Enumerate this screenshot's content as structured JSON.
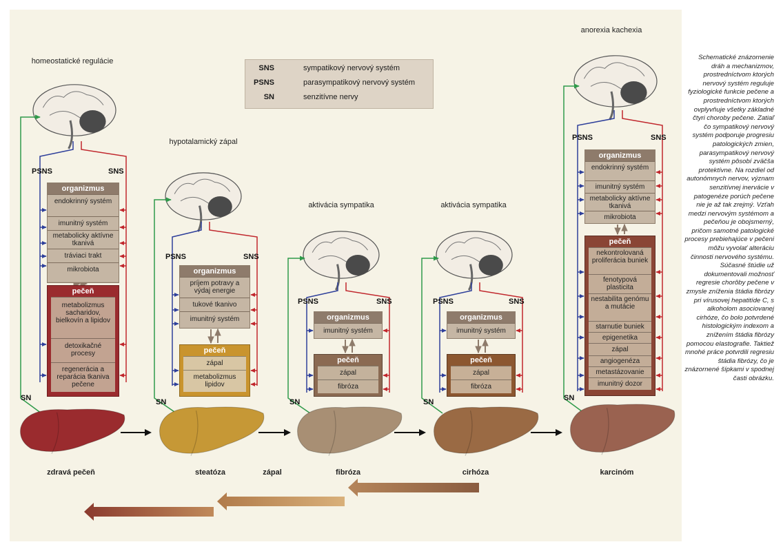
{
  "legend": {
    "rows": [
      {
        "abbr": "SNS",
        "text": "sympatikový nervový systém",
        "color": "#c0262c"
      },
      {
        "abbr": "PSNS",
        "text": "parasympatikový nervový systém",
        "color": "#2e3f9a"
      },
      {
        "abbr": "SN",
        "text": "senzitívne nervy",
        "color": "#2f9a4a"
      }
    ]
  },
  "signals": {
    "sns": "SNS",
    "psns": "PSNS",
    "sn": "SN"
  },
  "stages": [
    {
      "top_label": "homeostatické regulácie",
      "bottom_label": "zdravá pečeň",
      "organism": {
        "title": "organizmus",
        "items": [
          "endokrinný systém",
          "imunitný systém",
          "metabolicky aktívne tkanivá",
          "tráviaci trakt",
          "mikrobiota"
        ]
      },
      "liver": {
        "title": "pečeň",
        "items": [
          "metabolizmus sacharidov, bielkovín a lipidov",
          "detoxikačné procesy",
          "regenerácia a reparácia tkaniva pečene"
        ]
      },
      "liver_color": "#9a2b2e"
    },
    {
      "top_label": "hypotalamický zápal",
      "bottom_label": "steatóza",
      "organism": {
        "title": "organizmus",
        "items": [
          "príjem potravy a výdaj energie",
          "tukové tkanivo",
          "imunitný systém"
        ]
      },
      "liver": {
        "title": "pečeň",
        "items": [
          "zápal",
          "metabolizmus lipidov"
        ]
      },
      "liver_color": "#c9942e"
    },
    {
      "top_label": "aktivácia sympatika",
      "bottom_label": "fibróza",
      "organism": {
        "title": "organizmus",
        "items": [
          "imunitný systém"
        ]
      },
      "liver": {
        "title": "pečeň",
        "items": [
          "zápal",
          "fibróza"
        ]
      },
      "liver_color": "#8b6a52"
    },
    {
      "top_label": "aktivácia sympatika",
      "bottom_label": "cirhóza",
      "organism": {
        "title": "organizmus",
        "items": [
          "imunitný systém"
        ]
      },
      "liver": {
        "title": "pečeň",
        "items": [
          "zápal",
          "fibróza"
        ]
      },
      "liver_color": "#8c5730"
    },
    {
      "top_label": "anorexia kachexia",
      "bottom_label": "karcinóm",
      "organism": {
        "title": "organizmus",
        "items": [
          "endokrinný systém",
          "imunitný systém",
          "metabolicky aktívne tkanivá",
          "mikrobiota"
        ]
      },
      "liver": {
        "title": "pečeň",
        "items": [
          "nekontrolovaná proliferácia buniek",
          "fenotypová plasticita",
          "nestabilita genómu a mutácie",
          "starnutie buniek",
          "epigenetika",
          "zápal",
          "angiogenéza",
          "metastázovanie",
          "imunitný dozor"
        ]
      },
      "liver_color": "#8a4535"
    }
  ],
  "between_label": "zápal",
  "side_text": "Schematické znázornenie dráh a mechanizmov, prostredníctvom ktorých nervový systém reguluje fyziologické funkcie pečene a prostredníctvom ktorých ovplyvňuje všetky základné čtyri choroby pečene. Zatiaľ čo sympatikový nervový systém podporuje progresiu patologických zmien, parasympatikový nervový systém pôsobí zväčša protektívne. Na rozdiel od autonómnych nervov, význam senzitívnej inervácie v patogenéze porúch pečene nie je až tak zrejmý. Vzťah medzi nervovým systémom a pečeňou je obojsmerný, pričom samotné patologické procesy prebiehajúce v pečeni môžu vyvolať alteráciu činnosti nervového systému. Súčasné štúdie už dokumentovali možnosť regresie chorôby pečene v zmysle zníženia štádia fibrózy pri vírusovej hepatitíde C, s alkoholom asociovanej cirhóze, čo bolo potvrdené histologickým indexom a znížením štádia fibrózy pomocou elastografie. Taktiež mnohé práce potvrdili regresiu štádia fibrózy, čo je znázornené šípkami v spodnej časti obrázku."
}
